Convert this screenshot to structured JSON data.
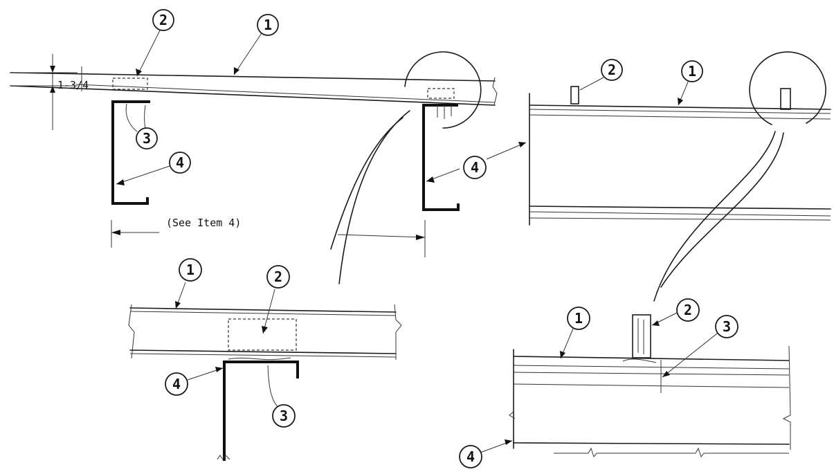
{
  "drawing": {
    "dimension_label": "1-3/4",
    "span_label": "(See Item 4)",
    "callouts": {
      "item1": "1",
      "item2": "2",
      "item3": "3",
      "item4": "4"
    }
  }
}
